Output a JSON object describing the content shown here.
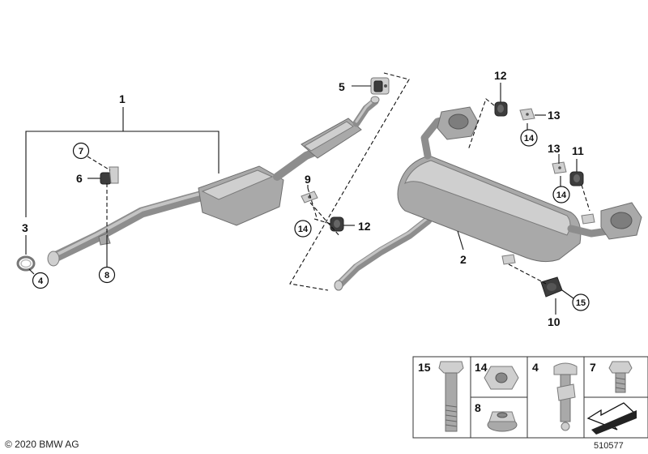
{
  "callouts": {
    "c1": "1",
    "c2": "2",
    "c3": "3",
    "c4": "4",
    "c5": "5",
    "c6": "6",
    "c7": "7",
    "c8": "8",
    "c9": "9",
    "c10": "10",
    "c11": "11",
    "c12a": "12",
    "c12b": "12",
    "c13a": "13",
    "c13b": "13",
    "c14a": "14",
    "c14b": "14",
    "c14c": "14",
    "c15": "15"
  },
  "legend": {
    "p15": "15",
    "p14": "14",
    "p8": "8",
    "p4": "4",
    "p7": "7"
  },
  "footer": {
    "copyright": "© 2020 BMW AG",
    "diagram_number": "510577"
  }
}
